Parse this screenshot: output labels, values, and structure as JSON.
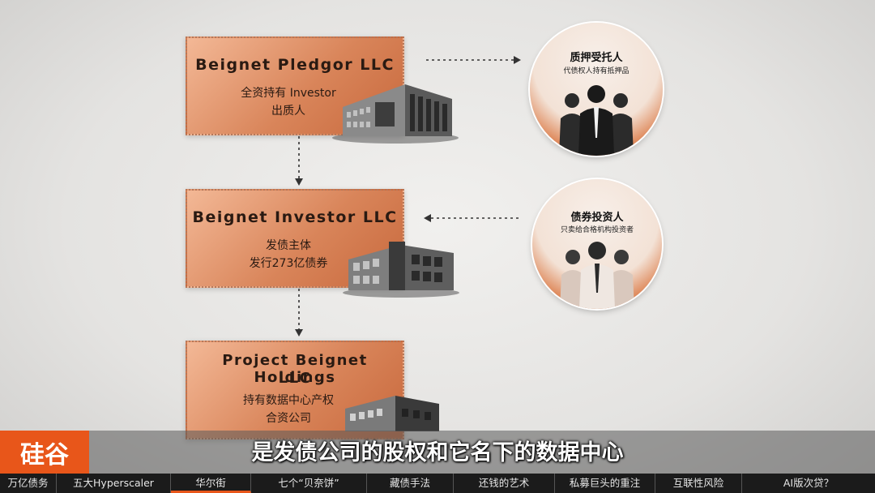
{
  "boxes": {
    "pledgor": {
      "title": "Beignet Pledgor LLC",
      "line1": "全资持有 Investor",
      "line2": "出质人"
    },
    "investor": {
      "title": "Beignet Investor LLC",
      "line1": "发债主体",
      "line2": "发行273亿债券"
    },
    "holdings": {
      "title1": "Project Beignet Holdings",
      "title2": "LLC",
      "line1": "持有数据中心产权",
      "line2": "合资公司"
    }
  },
  "circles": {
    "trustee": {
      "title": "质押受托人",
      "subtitle": "代债权人持有抵押品"
    },
    "bond_investors": {
      "title": "债券投资人",
      "subtitle": "只卖给合格机构投资者"
    }
  },
  "logo": "硅谷",
  "caption": "是发债公司的股权和它名下的数据中心",
  "nav": [
    "万亿债务",
    "五大Hyperscaler",
    "华尔街",
    "七个“贝奈饼”",
    "藏债手法",
    "还钱的艺术",
    "私募巨头的重注",
    "互联性风险",
    "AI版次贷？"
  ],
  "colors": {
    "accent": "#e8561a",
    "box_fill": "#d9855a",
    "nav_bg": "#1b1b1b"
  }
}
